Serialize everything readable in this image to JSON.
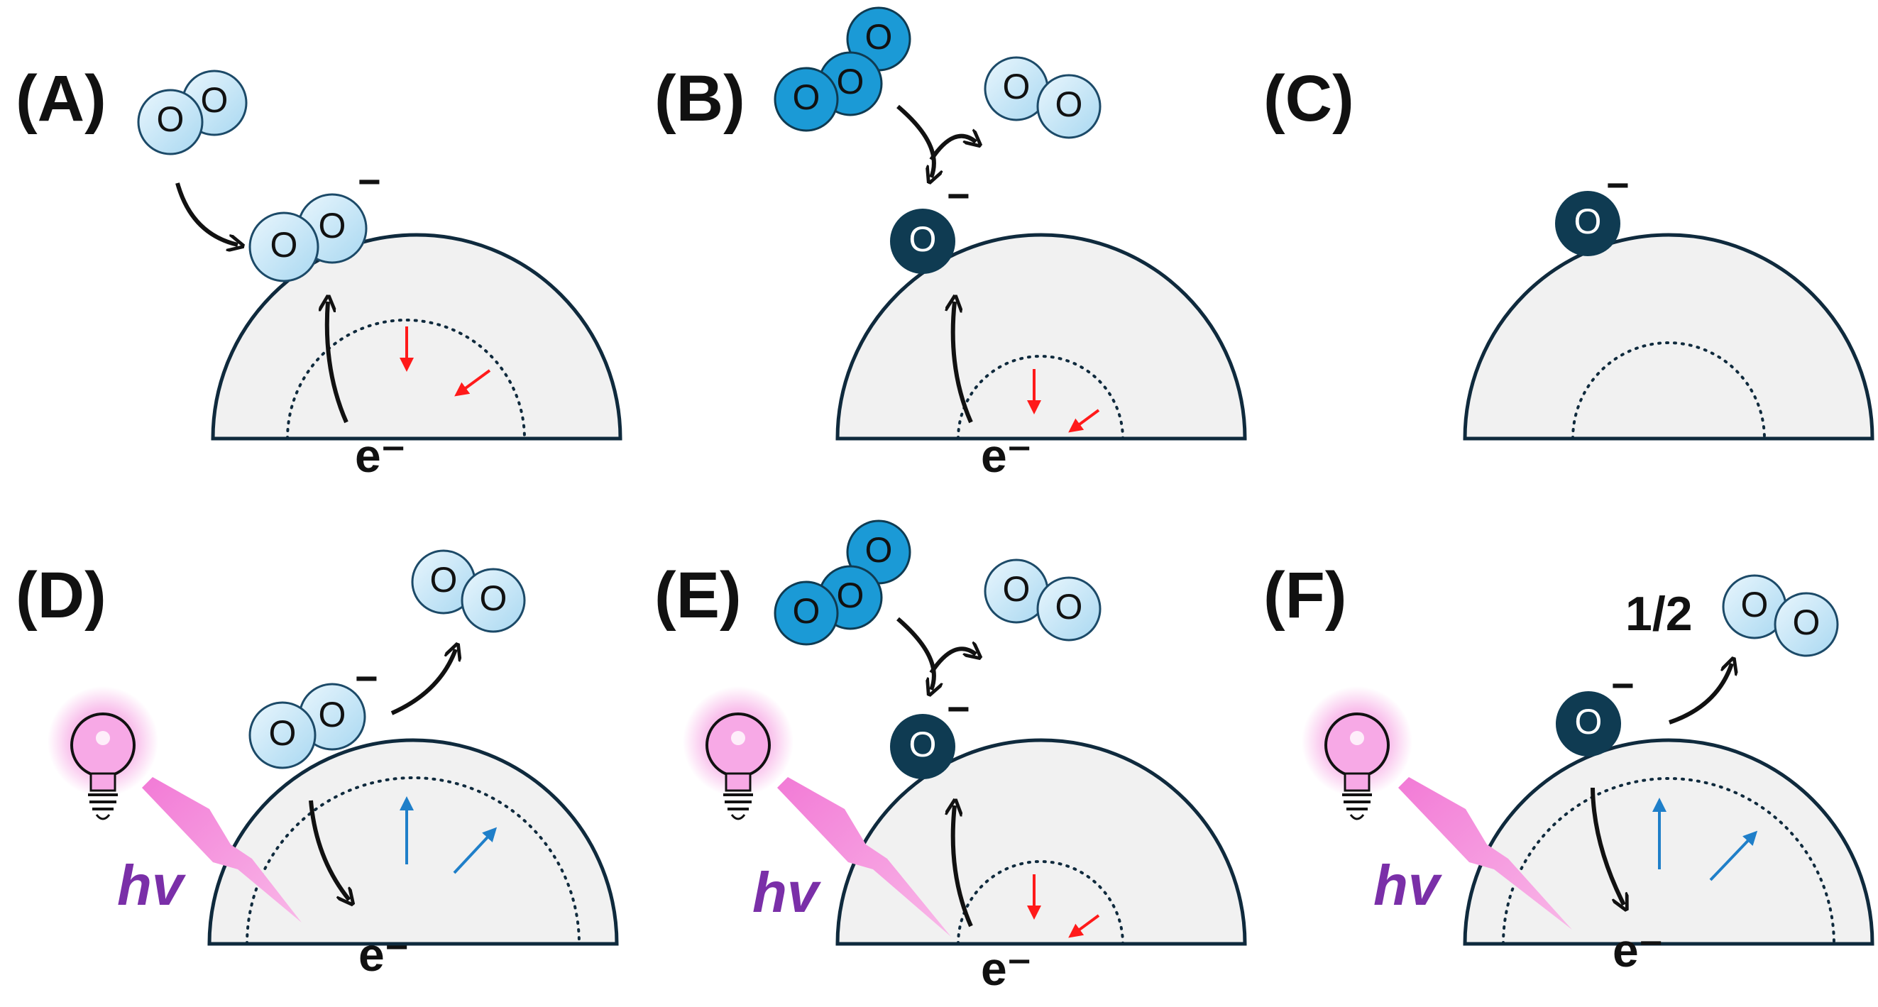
{
  "panels": [
    {
      "label": "(A)",
      "electron": "e⁻",
      "charge": "−"
    },
    {
      "label": "(B)",
      "electron": "e⁻",
      "charge": "−"
    },
    {
      "label": "(C)",
      "charge": "−"
    },
    {
      "label": "(D)",
      "electron": "e⁻",
      "charge": "−",
      "light": "hv"
    },
    {
      "label": "(E)",
      "electron": "e⁻",
      "charge": "−",
      "light": "hv"
    },
    {
      "label": "(F)",
      "electron": "e⁻",
      "charge": "−",
      "light": "hv",
      "coefficient": "1/2"
    }
  ],
  "atom_symbol": "O",
  "colors": {
    "o2_fill": "#cfe9f7",
    "o2_stroke": "#1c4a68",
    "o3_fill": "#1b9ad6",
    "o_minus_fill": "#0f3b52",
    "surface_fill": "#f1f1f1",
    "surface_stroke": "#0f2a3d",
    "arrow_red": "#ff1a1a",
    "arrow_blue": "#1f7fc9",
    "light_pink": "#f27ad6",
    "hv_purple": "#7a2fa8"
  }
}
